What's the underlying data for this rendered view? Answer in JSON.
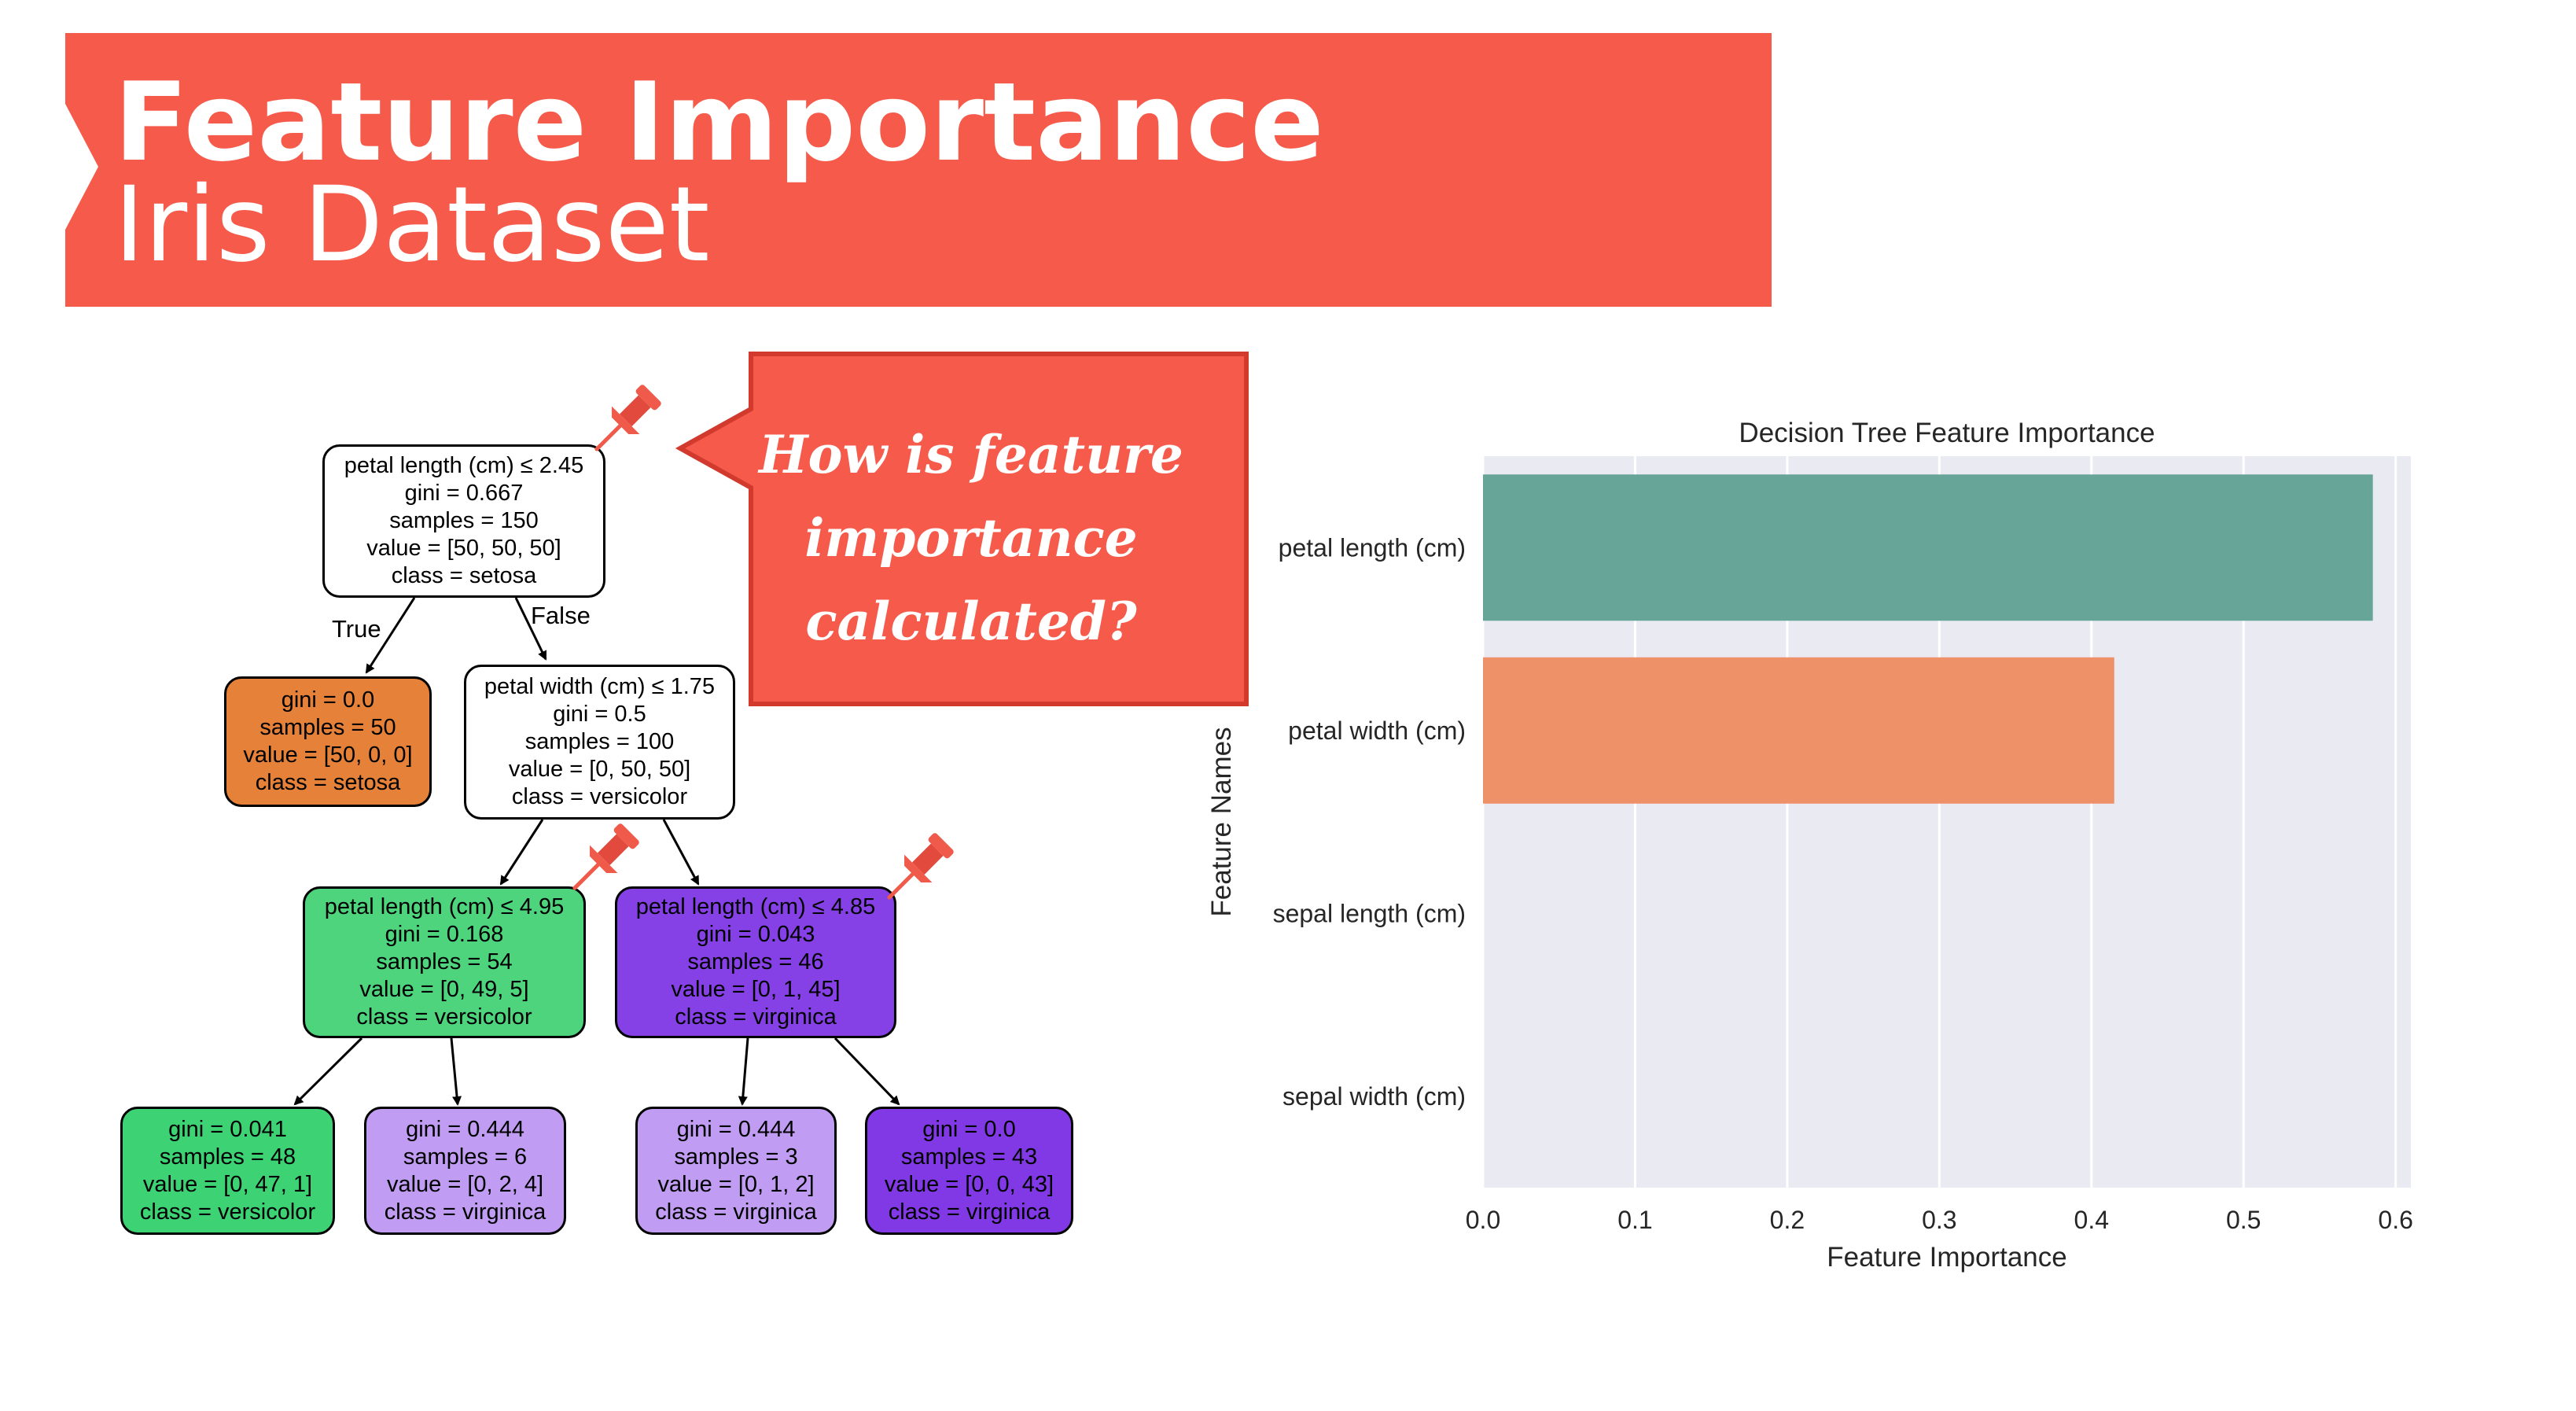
{
  "header": {
    "title_line1": "Feature Importance",
    "title_line2": "Iris Dataset",
    "background_color": "#f55a4a"
  },
  "callout": {
    "line1": "How is feature",
    "line2": "importance",
    "line3": "calculated?",
    "background_color": "#f55a4a"
  },
  "tree": {
    "edge_true": "True",
    "edge_false": "False",
    "nodes": [
      {
        "id": "root",
        "lines": [
          "petal length (cm) ≤ 2.45",
          "gini = 0.667",
          "samples = 150",
          "value = [50, 50, 50]",
          "class = setosa"
        ],
        "color": "#ffffff"
      },
      {
        "id": "n1",
        "lines": [
          "gini = 0.0",
          "samples = 50",
          "value = [50, 0, 0]",
          "class = setosa"
        ],
        "color": "#e58139"
      },
      {
        "id": "n2",
        "lines": [
          "petal width (cm) ≤ 1.75",
          "gini = 0.5",
          "samples = 100",
          "value = [0, 50, 50]",
          "class = versicolor"
        ],
        "color": "#ffffff"
      },
      {
        "id": "n3",
        "lines": [
          "petal length (cm) ≤ 4.95",
          "gini = 0.168",
          "samples = 54",
          "value = [0, 49, 5]",
          "class = versicolor"
        ],
        "color": "#4dd47d"
      },
      {
        "id": "n4",
        "lines": [
          "petal length (cm) ≤ 4.85",
          "gini = 0.043",
          "samples = 46",
          "value = [0, 1, 45]",
          "class = virginica"
        ],
        "color": "#8540e6"
      },
      {
        "id": "n5",
        "lines": [
          "gini = 0.041",
          "samples = 48",
          "value = [0, 47, 1]",
          "class = versicolor"
        ],
        "color": "#3dd374"
      },
      {
        "id": "n6",
        "lines": [
          "gini = 0.444",
          "samples = 6",
          "value = [0, 2, 4]",
          "class = virginica"
        ],
        "color": "#c09cf2"
      },
      {
        "id": "n7",
        "lines": [
          "gini = 0.444",
          "samples = 3",
          "value = [0, 1, 2]",
          "class = virginica"
        ],
        "color": "#c09cf2"
      },
      {
        "id": "n8",
        "lines": [
          "gini = 0.0",
          "samples = 43",
          "value = [0, 0, 43]",
          "class = virginica"
        ],
        "color": "#8139e5"
      }
    ]
  },
  "chart_data": {
    "type": "bar",
    "orientation": "horizontal",
    "title": "Decision Tree Feature Importance",
    "xlabel": "Feature Importance",
    "ylabel": "Feature Names",
    "categories": [
      "petal length (cm)",
      "petal width (cm)",
      "sepal length (cm)",
      "sepal width (cm)"
    ],
    "values": [
      0.585,
      0.415,
      0.0,
      0.0
    ],
    "bar_colors": [
      "#66a597",
      "#ee9068",
      "#8da0cb",
      "#e78ac3"
    ],
    "xlim": [
      0,
      0.61
    ],
    "xticks": [
      0.0,
      0.1,
      0.2,
      0.3,
      0.4,
      0.5,
      0.6
    ],
    "xtick_labels": [
      "0.0",
      "0.1",
      "0.2",
      "0.3",
      "0.4",
      "0.5",
      "0.6"
    ],
    "grid": true,
    "background_color": "#eaeaf2",
    "legend": "none"
  }
}
